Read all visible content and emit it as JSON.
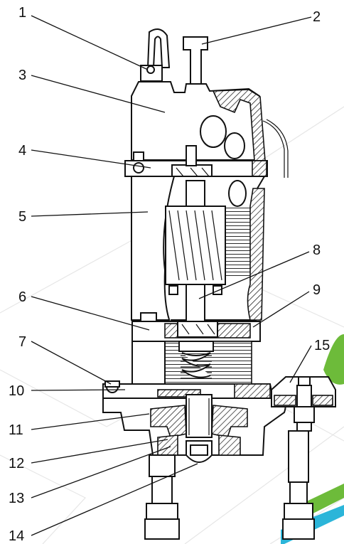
{
  "diagram": {
    "callouts": [
      "1",
      "2",
      "3",
      "4",
      "5",
      "6",
      "7",
      "8",
      "9",
      "10",
      "11",
      "12",
      "13",
      "14",
      "15"
    ],
    "colors": {
      "line": "#111111",
      "accent_green": "#6dbb3a",
      "accent_cyan": "#2bb5d9",
      "watermark": "#e6e6e6"
    }
  }
}
